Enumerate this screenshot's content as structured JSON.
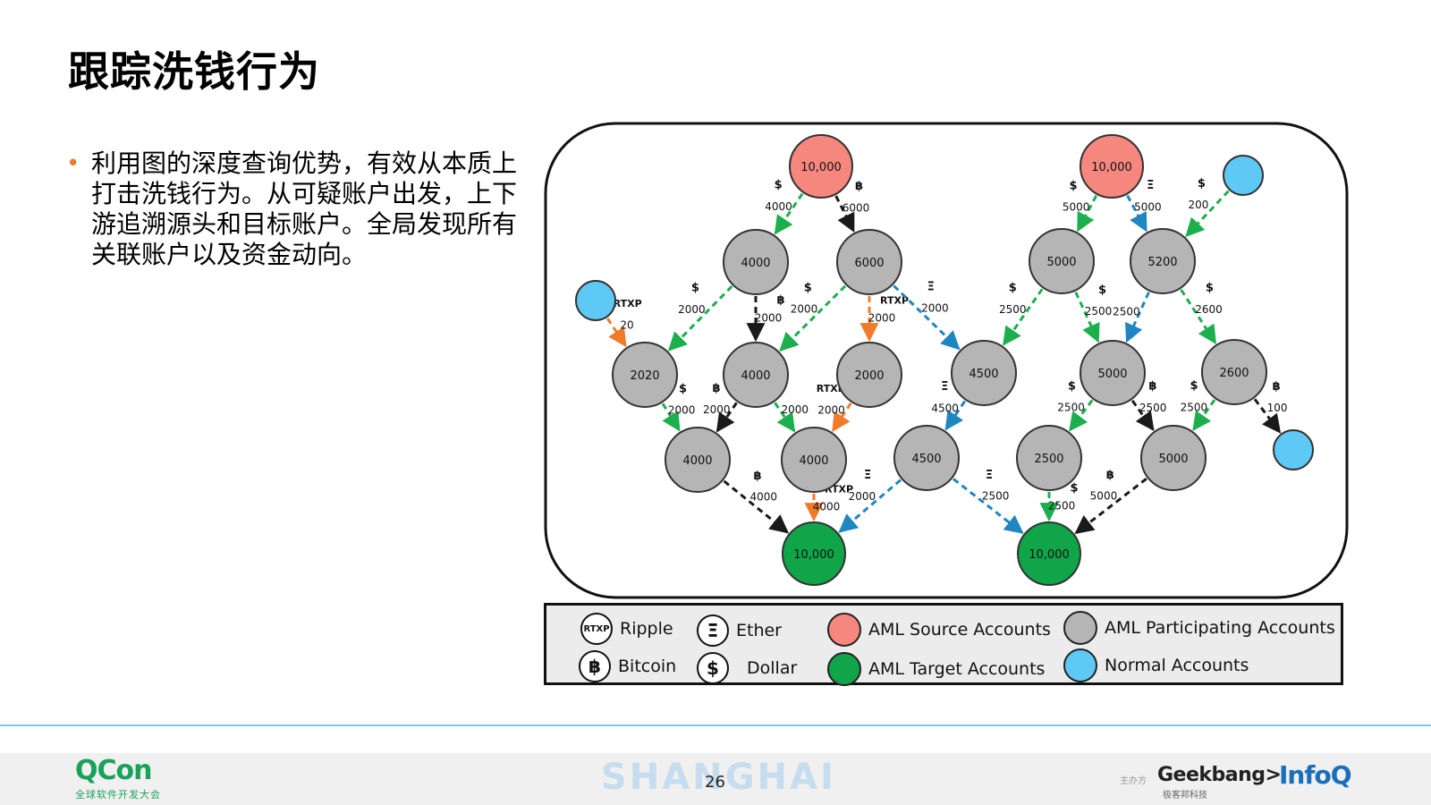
{
  "slide": {
    "title": "跟踪洗钱行为",
    "bullet_marker": "•",
    "bullet_text": "利用图的深度查询优势，有效从本质上打击洗钱行为。从可疑账户出发，上下游追溯源头和目标账户。全局发现所有关联账户以及资金动向。"
  },
  "colors": {
    "source": "#f6877e",
    "participating": "#b5b5b5",
    "target": "#0fa548",
    "normal": "#5ec9f5",
    "ripple_edge": "#f07b2a",
    "bitcoin_edge": "#1a1a1a",
    "ether_edge": "#1e86c0",
    "dollar_edge": "#1caf4d",
    "bullet": "#ea7d28"
  },
  "diagram": {
    "nodes": [
      {
        "id": "S1",
        "label": "10,000",
        "type": "source"
      },
      {
        "id": "S2",
        "label": "10,000",
        "type": "source"
      },
      {
        "id": "N1",
        "label": "",
        "type": "normal"
      },
      {
        "id": "N2",
        "label": "",
        "type": "normal"
      },
      {
        "id": "N3",
        "label": "",
        "type": "normal"
      },
      {
        "id": "P1",
        "label": "4000",
        "type": "participating"
      },
      {
        "id": "P2",
        "label": "6000",
        "type": "participating"
      },
      {
        "id": "P3",
        "label": "5000",
        "type": "participating"
      },
      {
        "id": "P4",
        "label": "5200",
        "type": "participating"
      },
      {
        "id": "P5",
        "label": "2020",
        "type": "participating"
      },
      {
        "id": "P6",
        "label": "4000",
        "type": "participating"
      },
      {
        "id": "P7",
        "label": "2000",
        "type": "participating"
      },
      {
        "id": "P8",
        "label": "4500",
        "type": "participating"
      },
      {
        "id": "P9",
        "label": "5000",
        "type": "participating"
      },
      {
        "id": "P10",
        "label": "2600",
        "type": "participating"
      },
      {
        "id": "P11",
        "label": "4000",
        "type": "participating"
      },
      {
        "id": "P12",
        "label": "4000",
        "type": "participating"
      },
      {
        "id": "P13",
        "label": "4500",
        "type": "participating"
      },
      {
        "id": "P14",
        "label": "2500",
        "type": "participating"
      },
      {
        "id": "P15",
        "label": "5000",
        "type": "participating"
      },
      {
        "id": "T1",
        "label": "10,000",
        "type": "target"
      },
      {
        "id": "T2",
        "label": "10,000",
        "type": "target"
      }
    ],
    "edges": [
      {
        "from": "S1",
        "to": "P1",
        "currency": "dollar",
        "amount": "4000",
        "symbol": "$"
      },
      {
        "from": "S1",
        "to": "P2",
        "currency": "bitcoin",
        "amount": "6000",
        "symbol": "฿"
      },
      {
        "from": "S2",
        "to": "P3",
        "currency": "dollar",
        "amount": "5000",
        "symbol": "$"
      },
      {
        "from": "S2",
        "to": "P4",
        "currency": "ether",
        "amount": "5000",
        "symbol": "Ξ"
      },
      {
        "from": "N2",
        "to": "P4",
        "currency": "dollar",
        "amount": "200",
        "symbol": "$"
      },
      {
        "from": "N1",
        "to": "P5",
        "currency": "ripple",
        "amount": "20",
        "symbol": "RTXP"
      },
      {
        "from": "P1",
        "to": "P5",
        "currency": "dollar",
        "amount": "2000",
        "symbol": "$"
      },
      {
        "from": "P1",
        "to": "P6",
        "currency": "bitcoin",
        "amount": "2000",
        "symbol": "฿"
      },
      {
        "from": "P2",
        "to": "P6",
        "currency": "dollar",
        "amount": "2000",
        "symbol": "$"
      },
      {
        "from": "P2",
        "to": "P7",
        "currency": "ripple",
        "amount": "2000",
        "symbol": "RTXP"
      },
      {
        "from": "P2",
        "to": "P8",
        "currency": "ether",
        "amount": "2000",
        "symbol": "Ξ"
      },
      {
        "from": "P3",
        "to": "P8",
        "currency": "dollar",
        "amount": "2500",
        "symbol": "$"
      },
      {
        "from": "P3",
        "to": "P9",
        "currency": "dollar",
        "amount": "2500",
        "symbol": "$"
      },
      {
        "from": "P4",
        "to": "P9",
        "currency": "ether",
        "amount": "2500",
        "symbol": ""
      },
      {
        "from": "P4",
        "to": "P10",
        "currency": "dollar",
        "amount": "2600",
        "symbol": "$"
      },
      {
        "from": "P5",
        "to": "P11",
        "currency": "dollar",
        "amount": "2000",
        "symbol": "$"
      },
      {
        "from": "P6",
        "to": "P11",
        "currency": "bitcoin",
        "amount": "2000",
        "symbol": "฿"
      },
      {
        "from": "P6",
        "to": "P12",
        "currency": "dollar",
        "amount": "2000",
        "symbol": ""
      },
      {
        "from": "P7",
        "to": "P12",
        "currency": "ripple",
        "amount": "2000",
        "symbol": "RTXP"
      },
      {
        "from": "P8",
        "to": "P13",
        "currency": "ether",
        "amount": "4500",
        "symbol": "Ξ"
      },
      {
        "from": "P9",
        "to": "P14",
        "currency": "dollar",
        "amount": "2500",
        "symbol": "$"
      },
      {
        "from": "P9",
        "to": "P15",
        "currency": "bitcoin",
        "amount": "2500",
        "symbol": "฿"
      },
      {
        "from": "P10",
        "to": "P15",
        "currency": "dollar",
        "amount": "2500",
        "symbol": "$"
      },
      {
        "from": "P10",
        "to": "N3",
        "currency": "bitcoin",
        "amount": "100",
        "symbol": "฿"
      },
      {
        "from": "P11",
        "to": "T1",
        "currency": "bitcoin",
        "amount": "4000",
        "symbol": "฿"
      },
      {
        "from": "P12",
        "to": "T1",
        "currency": "ripple",
        "amount": "4000",
        "symbol": "RTXP"
      },
      {
        "from": "P13",
        "to": "T1",
        "currency": "ether",
        "amount": "2000",
        "symbol": "Ξ"
      },
      {
        "from": "P13",
        "to": "T2",
        "currency": "ether",
        "amount": "2500",
        "symbol": "Ξ"
      },
      {
        "from": "P14",
        "to": "T2",
        "currency": "dollar",
        "amount": "2500",
        "symbol": "$"
      },
      {
        "from": "P15",
        "to": "T2",
        "currency": "bitcoin",
        "amount": "5000",
        "symbol": "฿"
      }
    ]
  },
  "legend": {
    "ripple": {
      "icon": "RTXP",
      "label": "Ripple",
      "icon_name": "ripple-icon"
    },
    "ether": {
      "icon": "Ξ",
      "label": "Ether",
      "icon_name": "ether-icon"
    },
    "bitcoin": {
      "icon": "฿",
      "label": "Bitcoin",
      "icon_name": "bitcoin-icon"
    },
    "dollar": {
      "icon": "$",
      "label": "Dollar",
      "icon_name": "dollar-icon"
    },
    "source": {
      "label": "AML Source Accounts"
    },
    "target": {
      "label": "AML Target Accounts"
    },
    "participating": {
      "label": "AML Participating Accounts"
    },
    "normal": {
      "label": "Normal Accounts"
    }
  },
  "footer": {
    "qcon_logo": "QCon",
    "qcon_sub": "全球软件开发大会",
    "city": "SHANGHAI",
    "page_number": "26",
    "sponsor_label": "主办方",
    "geekbang_logo": "Geekbang>",
    "geekbang_sub": "极客邦科技",
    "infoq_logo": "InfoQ"
  }
}
